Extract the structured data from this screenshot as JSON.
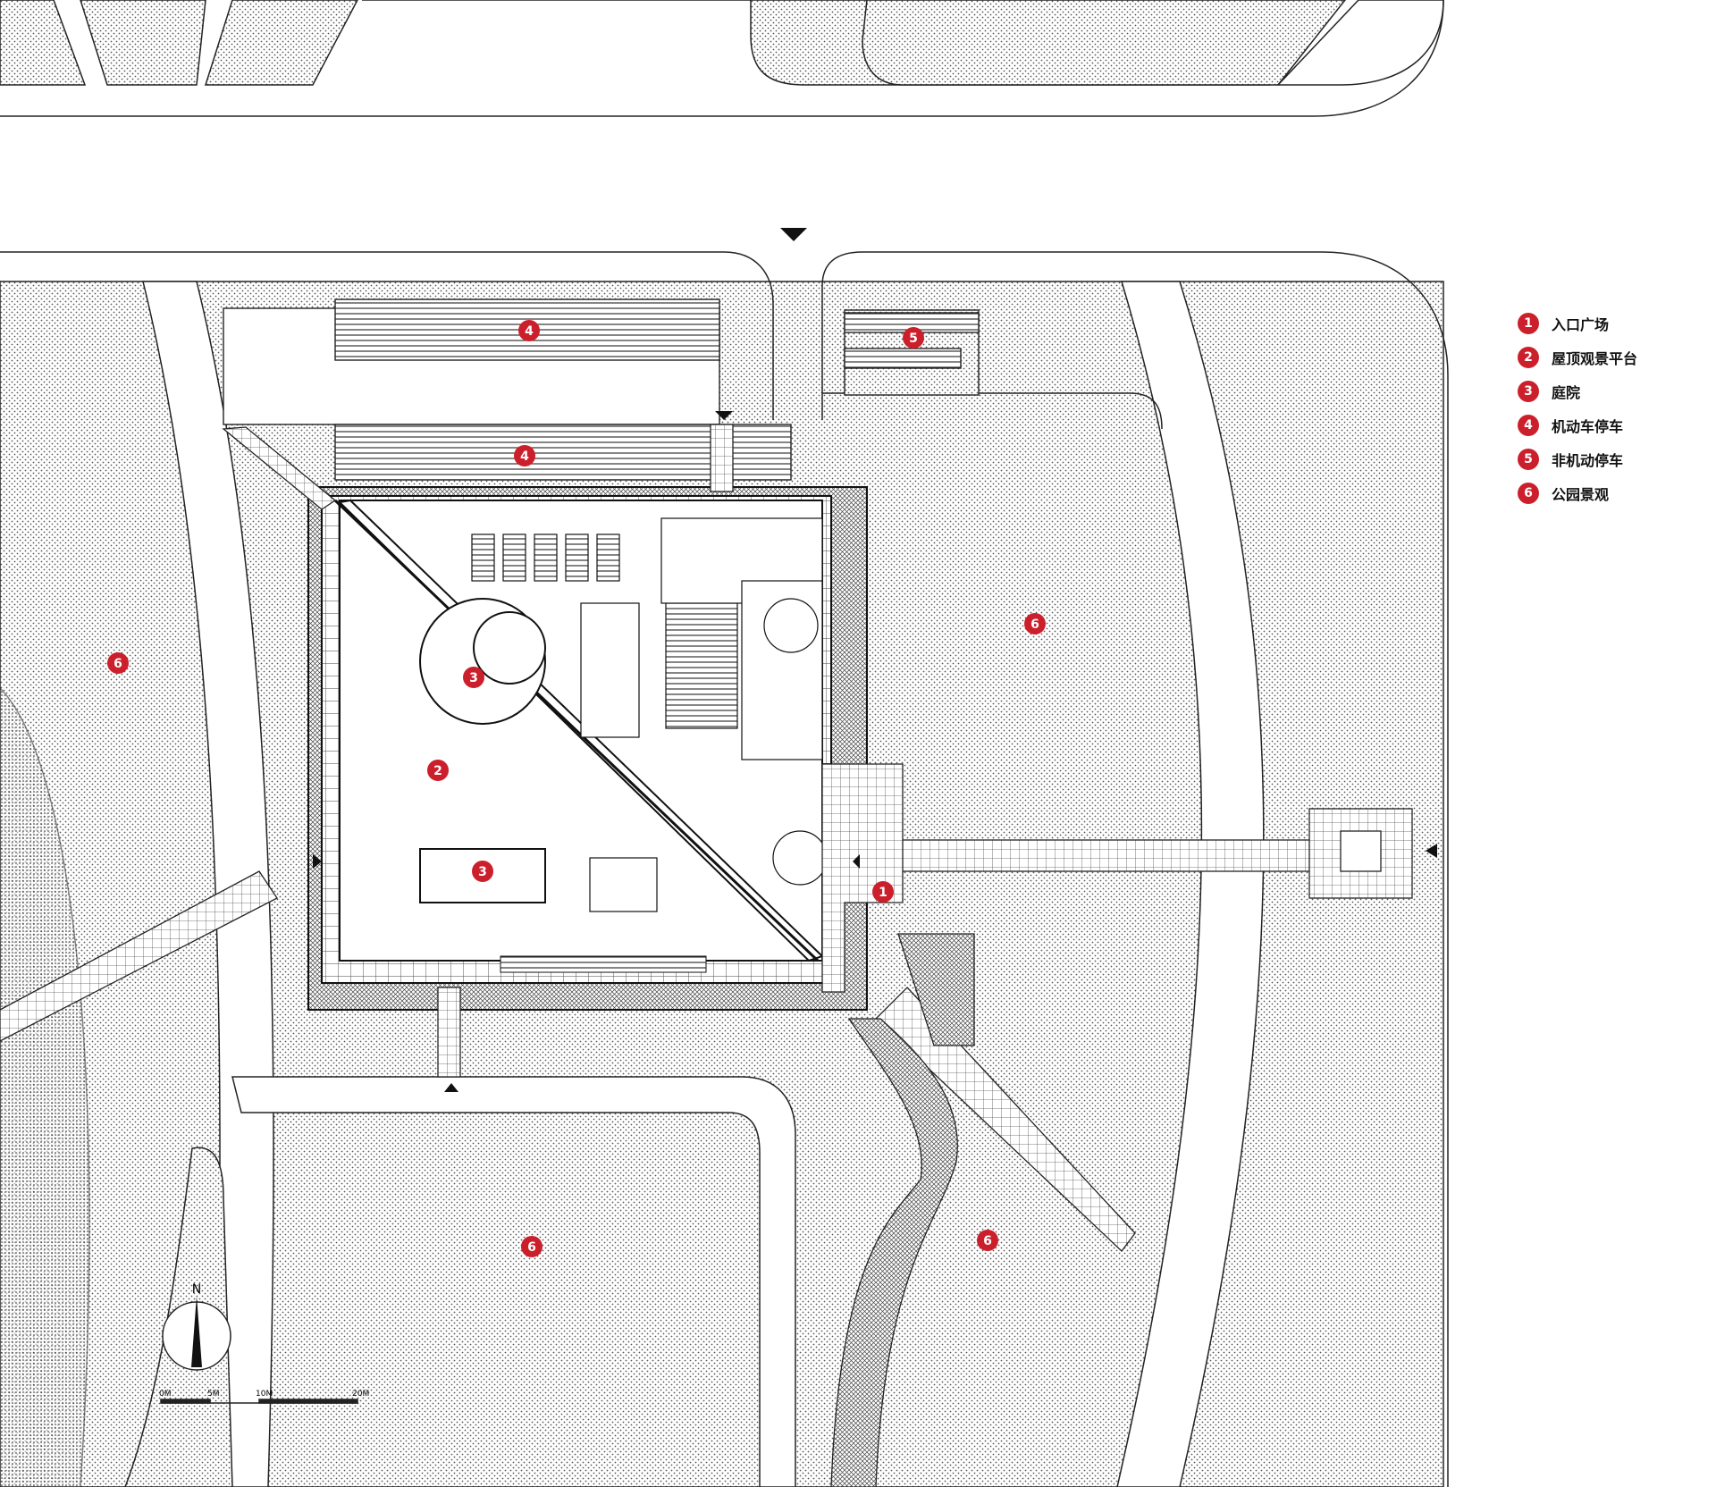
{
  "accent_color": "#cc1f2c",
  "legend": [
    {
      "num": "1",
      "text": "入口广场"
    },
    {
      "num": "2",
      "text": "屋顶观景平台"
    },
    {
      "num": "3",
      "text": "庭院"
    },
    {
      "num": "4",
      "text": "机动车停车"
    },
    {
      "num": "5",
      "text": "非机动停车"
    },
    {
      "num": "6",
      "text": "公园景观"
    }
  ],
  "markers": [
    "1",
    "2",
    "3",
    "3",
    "4",
    "4",
    "5",
    "6",
    "6",
    "6",
    "6"
  ],
  "compass": {
    "label": "N"
  },
  "scale_bar": {
    "labels": [
      "0M",
      "5M",
      "10M",
      "20M"
    ]
  }
}
